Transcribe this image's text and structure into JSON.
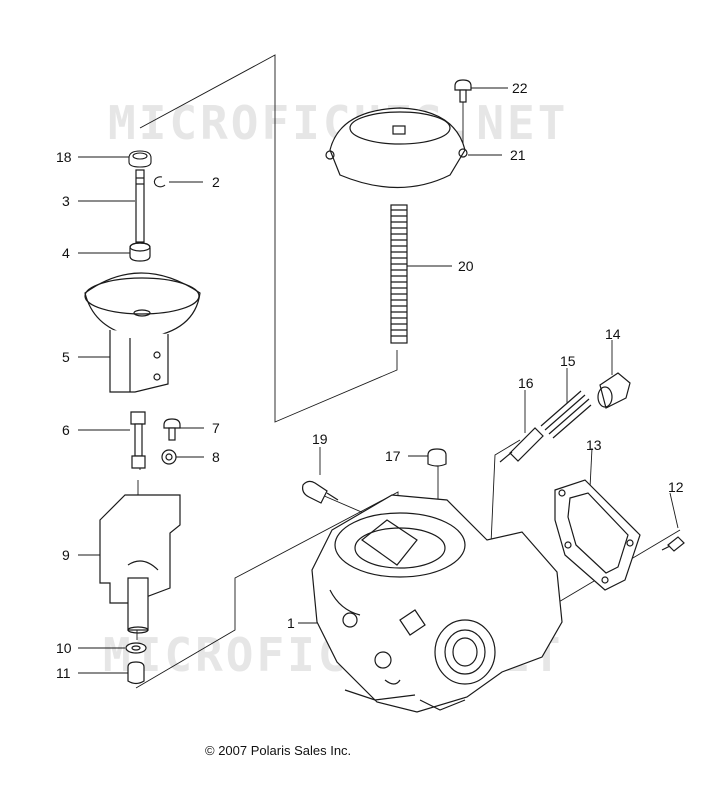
{
  "watermark": "MICROFICHES.NET",
  "copyright": "© 2007 Polaris Sales Inc.",
  "callouts": [
    "1",
    "2",
    "3",
    "4",
    "5",
    "6",
    "7",
    "8",
    "9",
    "10",
    "11",
    "12",
    "13",
    "14",
    "15",
    "16",
    "17",
    "18",
    "19",
    "20",
    "21",
    "22"
  ],
  "colors": {
    "line": "#1a1a1a",
    "watermark": "#e6e6e6",
    "background": "#ffffff"
  }
}
